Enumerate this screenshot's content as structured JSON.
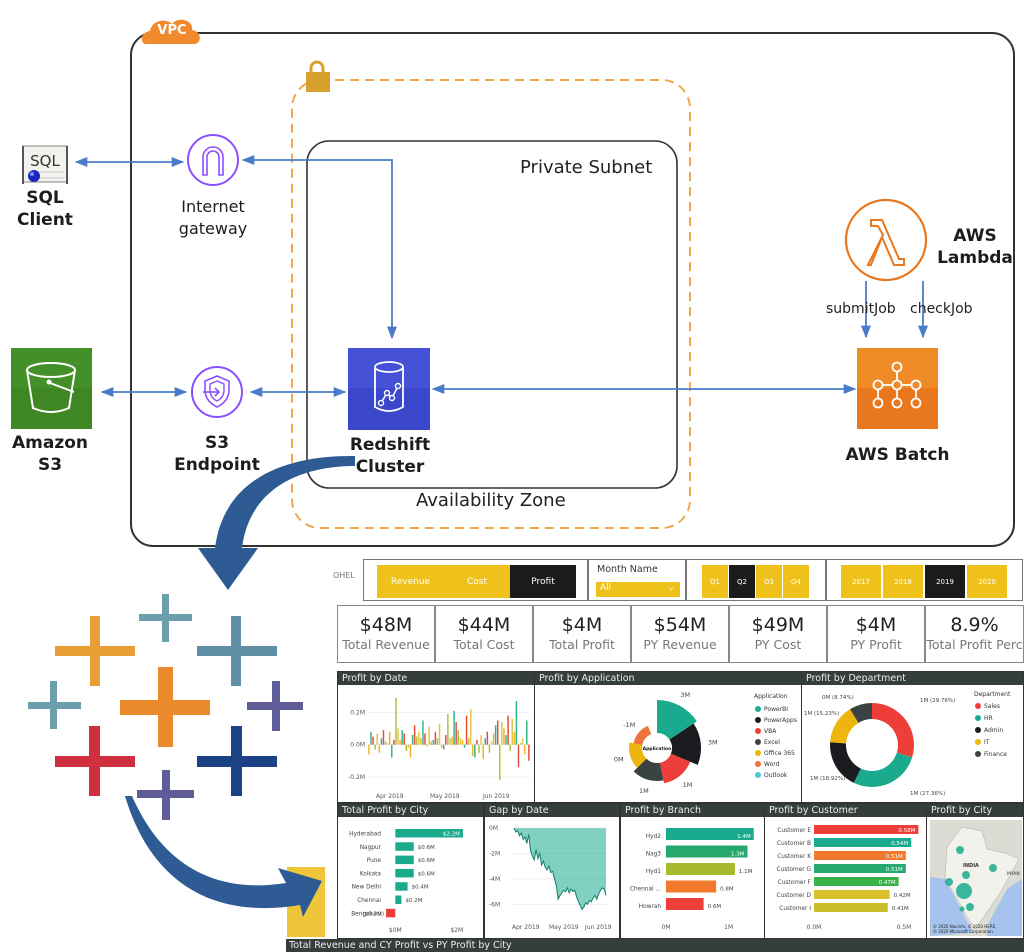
{
  "diagram": {
    "vpc_label": "VPC",
    "private_subnet_label": "Private Subnet",
    "availability_zone_label": "Availability Zone",
    "nodes": {
      "sql_client": {
        "icon_text": "SQL",
        "label_line1": "SQL",
        "label_line2": "Client"
      },
      "internet_gateway": {
        "label_line1": "Internet",
        "label_line2": "gateway"
      },
      "amazon_s3": {
        "label_line1": "Amazon",
        "label_line2": "S3"
      },
      "s3_endpoint": {
        "label_line1": "S3",
        "label_line2": "Endpoint"
      },
      "redshift": {
        "label_line1": "Redshift",
        "label_line2": "Cluster"
      },
      "lambda": {
        "label_line1": "AWS",
        "label_line2": "Lambda"
      },
      "batch": {
        "label": "AWS Batch"
      }
    },
    "edge_labels": {
      "submit": "submitJob",
      "check": "checkJob"
    },
    "colors": {
      "arrow": "#4a7cc9",
      "vpc": "#f08a2c",
      "az_dash": "#f0a64a",
      "lock": "#d8a12e",
      "purple": "#8c4fff",
      "s3_green": "#3f8624",
      "redshift_blue": "#3b48cc",
      "batch_orange": "#e8771e",
      "lambda_orange": "#e8771e",
      "flow_arrow": "#2f5b94"
    }
  },
  "tableau_logo": {
    "colors": [
      "#e8a036",
      "#6a9fab",
      "#5f8ea5",
      "#6a9fab",
      "#eb8a2d",
      "#5f5d98",
      "#cf2f3f",
      "#1c4286",
      "#5f5d98"
    ]
  },
  "dashboard": {
    "cut_label": "OHEL",
    "measure_buttons": [
      {
        "label": "Revenue",
        "selected": false
      },
      {
        "label": "Cost",
        "selected": false
      },
      {
        "label": "Profit",
        "selected": true
      }
    ],
    "month_slicer": {
      "title": "Month Name",
      "value": "All"
    },
    "quarters": [
      {
        "label": "Q1",
        "selected": false
      },
      {
        "label": "Q2",
        "selected": true
      },
      {
        "label": "Q3",
        "selected": false
      },
      {
        "label": "Q4",
        "selected": false
      }
    ],
    "years": [
      {
        "label": "2017",
        "selected": false
      },
      {
        "label": "2018",
        "selected": false
      },
      {
        "label": "2019",
        "selected": true
      },
      {
        "label": "2020",
        "selected": false
      }
    ],
    "kpis": [
      {
        "value": "$48M",
        "caption": "Total Revenue"
      },
      {
        "value": "$44M",
        "caption": "Total Cost"
      },
      {
        "value": "$4M",
        "caption": "Total Profit"
      },
      {
        "value": "$54M",
        "caption": "PY Revenue"
      },
      {
        "value": "$49M",
        "caption": "PY Cost"
      },
      {
        "value": "$4M",
        "caption": "PY Profit"
      },
      {
        "value": "8.9%",
        "caption": "Total Profit Perc"
      }
    ],
    "bottom_title": "Total Revenue and CY Profit vs PY Profit by City",
    "map": {
      "title": "Profit by City",
      "country_label": "INDIA",
      "neighbor_label": "MYAN",
      "attribution_line1": "© 2020 Navinfo, © 2020 HERE,",
      "attribution_line2": "© 2020 Microsoft Corporation"
    }
  },
  "chart_data": [
    {
      "type": "bar",
      "title": "Profit by Date",
      "xlabel": "",
      "ylabel": "",
      "tick_labels_x": [
        "Apr 2019",
        "May 2019",
        "Jun 2019"
      ],
      "tick_labels_y": [
        "0.2M",
        "0.0M",
        "-0.2M"
      ],
      "ylim": [
        -0.25,
        0.32
      ],
      "values": [
        -0.06,
        0.08,
        0.05,
        -0.03,
        0.07,
        -0.05,
        0.04,
        0.09,
        0.02,
        0.01,
        0.08,
        -0.08,
        0.03,
        0.29,
        0.1,
        0.03,
        0.09,
        0.07,
        -0.04,
        -0.02,
        -0.08,
        0.06,
        0.12,
        0.05,
        0.08,
        0.04,
        0.15,
        0.07,
        -0.01,
        0.11,
        0.02,
        0.03,
        0.08,
        0.04,
        0.13,
        -0.02,
        -0.03,
        0.06,
        0.19,
        0.04,
        0.05,
        0.21,
        0.14,
        0.09,
        0.04,
        0.03,
        -0.02,
        0.18,
        0.04,
        0.22,
        -0.07,
        -0.08,
        0.03,
        -0.05,
        0.06,
        -0.09,
        0.04,
        0.08,
        -0.05,
        0.02,
        0.07,
        0.12,
        0.15,
        -0.22,
        0.14,
        0.1,
        0.06,
        0.18,
        -0.04,
        0.16,
        0.08,
        0.27,
        -0.14,
        0.01,
        0.04,
        -0.06,
        0.15,
        -0.1
      ],
      "colors": [
        "#f0b323",
        "#a9c23f",
        "#e8771e",
        "#2fb58b",
        "#e8c344",
        "#17a589",
        "#e74c3c",
        "#7bb94a"
      ]
    },
    {
      "type": "pie",
      "title": "Profit by Application",
      "center_label": "Application",
      "legend_title": "Application",
      "legend_position": "right",
      "categories": [
        "PowerBI",
        "PowerApps",
        "VBA",
        "Excel",
        "Office 365",
        "Word",
        "Outlook"
      ],
      "values": [
        3,
        3,
        1,
        1,
        0,
        -1,
        0
      ],
      "data_labels": [
        "3M",
        "3M",
        "1M",
        "1M",
        "0M",
        "-1M",
        "0M"
      ],
      "colors": [
        "#1aab8f",
        "#1b1b1f",
        "#ee3e3a",
        "#3a4242",
        "#efb50f",
        "#f0743a",
        "#4fc6d6"
      ]
    },
    {
      "type": "pie",
      "title": "Profit by Department",
      "legend_title": "Department",
      "legend_position": "right",
      "categories": [
        "Sales",
        "HR",
        "Admin",
        "IT",
        "Finance"
      ],
      "values": [
        29.76,
        27.36,
        18.92,
        15.23,
        8.74
      ],
      "data_labels": [
        "1M (29.76%)",
        "1M (27.36%)",
        "1M (18.92%)",
        "1M (15.23%)",
        "0M (8.74%)"
      ],
      "colors": [
        "#ee3e3a",
        "#1aab8f",
        "#1b1b1f",
        "#efb50f",
        "#3a4242"
      ]
    },
    {
      "type": "bar",
      "orientation": "horizontal",
      "title": "Total Profit by City",
      "categories": [
        "Hyderabad",
        "Nagpur",
        "Pune",
        "Kolkata",
        "New Delhi",
        "Chennai",
        "Bengaluru"
      ],
      "values": [
        2.2,
        0.6,
        0.6,
        0.6,
        0.4,
        0.2,
        -0.3
      ],
      "data_labels": [
        "$2.2M",
        "$0.6M",
        "$0.6M",
        "$0.6M",
        "$0.4M",
        "$0.2M",
        "($0.3M)"
      ],
      "tick_labels_x": [
        "$0M",
        "$2M"
      ],
      "xlim": [
        -0.4,
        2.3
      ],
      "colors": {
        "positive": "#1aab8f",
        "negative": "#ee3e3a"
      }
    },
    {
      "type": "area",
      "title": "Gap by Date",
      "tick_labels_x": [
        "Apr 2019",
        "May 2019",
        "Jun 2019"
      ],
      "tick_labels_y": [
        "0M",
        "-2M",
        "-4M",
        "-6M"
      ],
      "ylim": [
        -7,
        0.4
      ],
      "values": [
        0,
        -0.3,
        -0.2,
        -0.6,
        -0.4,
        -0.9,
        -0.7,
        -1.2,
        -0.5,
        -1.8,
        -2.2,
        -2.5,
        -1.7,
        -2.4,
        -2.0,
        -2.9,
        -2.6,
        -3.1,
        -3.3,
        -3.0,
        -3.5,
        -3.4,
        -4.0,
        -4.5,
        -5.6,
        -5.3,
        -5.1,
        -4.9,
        -5.0,
        -4.7,
        -5.1,
        -4.8,
        -5.0,
        -4.9,
        -5.4,
        -5.8,
        -6.1,
        -6.4,
        -6.2,
        -5.9,
        -6.0,
        -5.7,
        -5.8,
        -5.5,
        -5.3,
        -5.6,
        -5.2,
        -4.9,
        -4.7,
        -4.8,
        -5.3
      ],
      "color": "#1aab8f"
    },
    {
      "type": "bar",
      "orientation": "horizontal",
      "title": "Profit by Branch",
      "categories": [
        "Hyd2",
        "Nag3",
        "Hyd1",
        "Chennai ...",
        "Howrah"
      ],
      "values": [
        1.4,
        1.3,
        1.1,
        0.8,
        0.6
      ],
      "data_labels": [
        "1.4M",
        "1.3M",
        "1.1M",
        "0.8M",
        "0.6M"
      ],
      "tick_labels_x": [
        "0M",
        "1M"
      ],
      "xlim": [
        0,
        1.5
      ],
      "colors": [
        "#1aab8f",
        "#26a96e",
        "#a8b82f",
        "#f0792b",
        "#ee3e3a"
      ]
    },
    {
      "type": "bar",
      "orientation": "horizontal",
      "title": "Profit by Customer",
      "categories": [
        "Customer E",
        "Customer B",
        "Customer K",
        "Customer G",
        "Customer F",
        "Customer D",
        "Customer I"
      ],
      "values": [
        0.58,
        0.54,
        0.51,
        0.51,
        0.47,
        0.42,
        0.41
      ],
      "data_labels": [
        "0.58M",
        "0.54M",
        "0.51M",
        "0.51M",
        "0.47M",
        "0.42M",
        "0.41M"
      ],
      "tick_labels_x": [
        "0.0M",
        "0.5M"
      ],
      "xlim": [
        0,
        0.6
      ],
      "colors": [
        "#ee3e3a",
        "#1aab8f",
        "#f0792b",
        "#26a96e",
        "#3bb14a",
        "#d8c12c",
        "#c9bd2c"
      ]
    }
  ]
}
